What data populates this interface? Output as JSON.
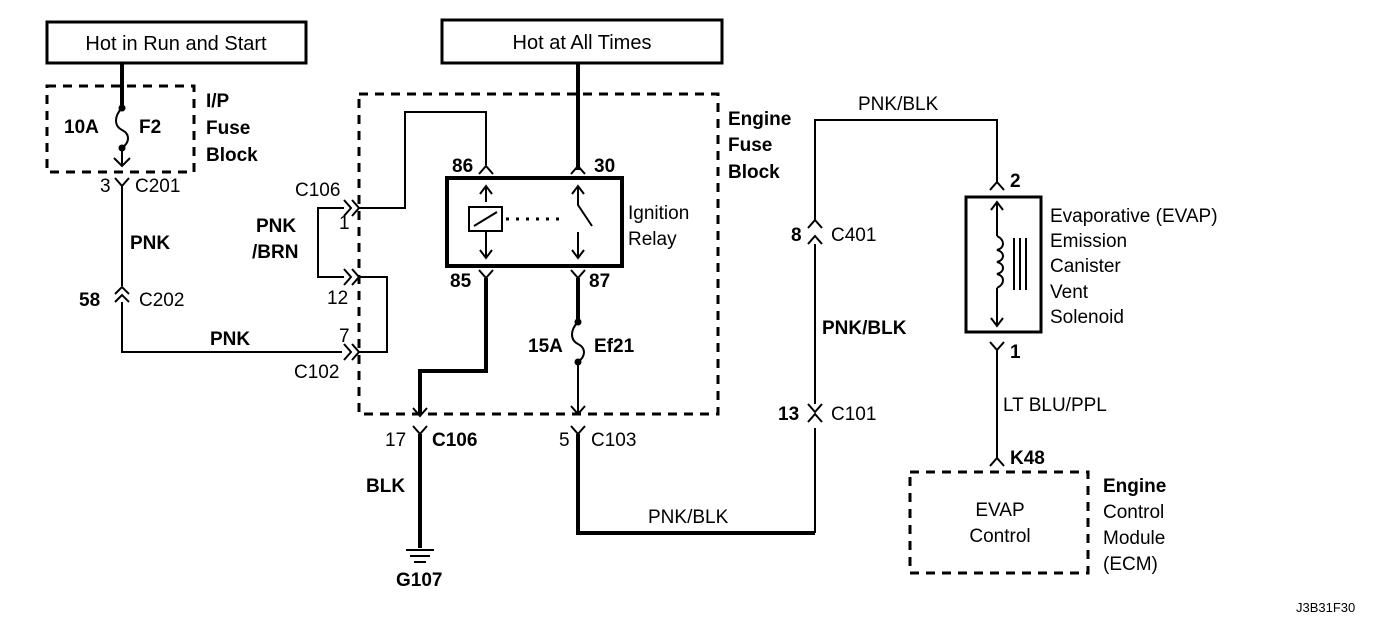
{
  "sources": {
    "run_start": "Hot in Run and Start",
    "all_times": "Hot at All Times"
  },
  "ip_fuse_block": {
    "label_lines": [
      "I/P",
      "Fuse",
      "Block"
    ],
    "fuse_rating": "10A",
    "fuse_id": "F2"
  },
  "engine_fuse_block": {
    "label_lines": [
      "Engine",
      "Fuse",
      "Block"
    ],
    "fuse_rating": "15A",
    "fuse_id": "Ef21"
  },
  "relay": {
    "label_lines": [
      "Ignition",
      "Relay"
    ],
    "pins": {
      "p86": "86",
      "p30": "30",
      "p85": "85",
      "p87": "87"
    }
  },
  "connectors": {
    "c201_pin": "3",
    "c201": "C201",
    "c202_pin": "58",
    "c202": "C202",
    "c106_top": "C106",
    "c106_pin_a": "1",
    "c106_pin_b": "12",
    "c102_pin": "7",
    "c102": "C102",
    "c106_bottom_pin": "17",
    "c106_bottom": "C106",
    "c103_pin": "5",
    "c103": "C103",
    "c401_pin": "8",
    "c401": "C401",
    "c101_pin": "13",
    "c101": "C101",
    "sol_pin_top": "2",
    "sol_pin_bottom": "1",
    "ecm_pin": "K48"
  },
  "wires": {
    "pnk_a": "PNK",
    "pnk_b": "PNK",
    "pnk_brn_1": "PNK",
    "pnk_brn_2": "/BRN",
    "blk": "BLK",
    "pnk_blk_bottom": "PNK/BLK",
    "pnk_blk_mid": "PNK/BLK",
    "pnk_blk_top": "PNK/BLK",
    "lt_blu_ppl": "LT BLU/PPL"
  },
  "ground": "G107",
  "solenoid": {
    "label_lines": [
      "Evaporative (EVAP)",
      "Emission",
      "Canister",
      "Vent",
      "Solenoid"
    ]
  },
  "ecm": {
    "inner_lines": [
      "EVAP",
      "Control"
    ],
    "label_lines": [
      "Engine",
      "Control",
      "Module",
      "(ECM)"
    ]
  },
  "figure_code": "J3B31F30"
}
